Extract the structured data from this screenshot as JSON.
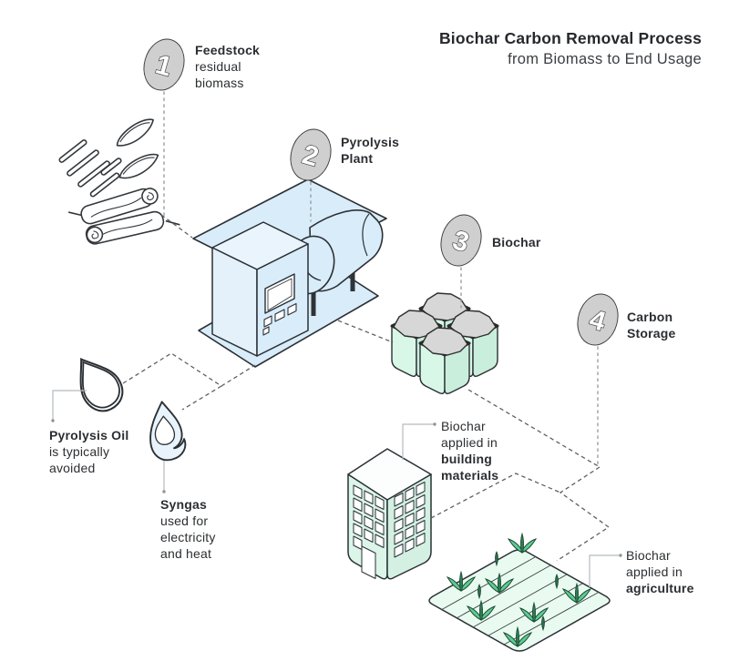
{
  "header": {
    "title": "Biochar Carbon Removal Process",
    "subtitle": "from Biomass to End Usage"
  },
  "steps": [
    {
      "num": "1",
      "line1": "Feedstock",
      "line2": "residual",
      "line3": "biomass"
    },
    {
      "num": "2",
      "line1": "Pyrolysis",
      "line2": "Plant"
    },
    {
      "num": "3",
      "line1": "Biochar"
    },
    {
      "num": "4",
      "line1": "Carbon",
      "line2": "Storage"
    }
  ],
  "byproducts": {
    "oil": {
      "line1": "Pyrolysis Oil",
      "line2": "is typically",
      "line3": "avoided"
    },
    "syngas": {
      "line1": "Syngas",
      "line2": "used for",
      "line3": "electricity",
      "line4": "and heat"
    }
  },
  "applications": {
    "building": {
      "line1": "Biochar",
      "line2": "applied in",
      "line3": "building",
      "line4": "materials"
    },
    "agriculture": {
      "line1": "Biochar",
      "line2": "applied in",
      "line3": "agriculture"
    }
  },
  "icons": {
    "step_badge": "numbered-ellipse-badge",
    "feedstock": "biomass-straw-leaves-logs-icon",
    "plant": "pyrolysis-plant-isometric-icon",
    "biochar": "biochar-bags-icon",
    "oil": "oil-drop-icon",
    "syngas": "flame-icon",
    "building": "building-isometric-icon",
    "field": "agriculture-field-icon"
  },
  "colors": {
    "plant_blue": "#d9ecf9",
    "mint_green": "#dbf5e8",
    "field_green": "#e9faf1",
    "rock_gray": "#d7d7d7",
    "badge_gray": "#cfcfcf",
    "outline_ink": "#2b3035",
    "text_ink": "#2b2e31",
    "sprout_green": "#5ecb92",
    "dash_gray": "#5d6165",
    "connector_gray": "#b5babd"
  }
}
